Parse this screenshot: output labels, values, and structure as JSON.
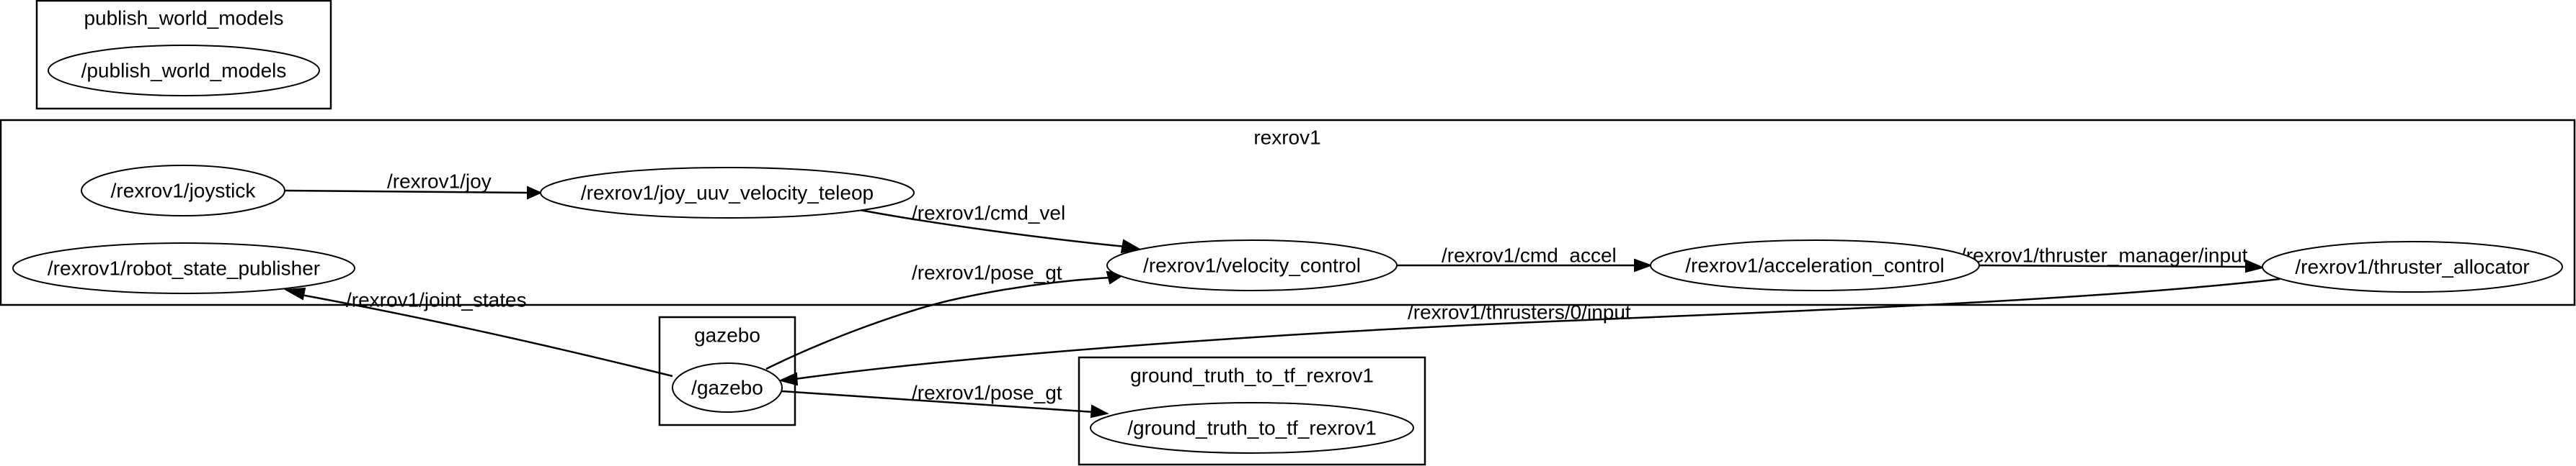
{
  "graph": {
    "type": "ros_computation_graph",
    "clusters": [
      {
        "id": "publish_world_models",
        "label": "publish_world_models"
      },
      {
        "id": "rexrov1",
        "label": "rexrov1"
      },
      {
        "id": "gazebo",
        "label": "gazebo"
      },
      {
        "id": "ground_truth_to_tf_rexrov1",
        "label": "ground_truth_to_tf_rexrov1"
      }
    ],
    "nodes": [
      {
        "id": "publish_world_models",
        "label": "/publish_world_models",
        "cluster": "publish_world_models"
      },
      {
        "id": "joystick",
        "label": "/rexrov1/joystick",
        "cluster": "rexrov1"
      },
      {
        "id": "joy_uuv_velocity_teleop",
        "label": "/rexrov1/joy_uuv_velocity_teleop",
        "cluster": "rexrov1"
      },
      {
        "id": "robot_state_publisher",
        "label": "/rexrov1/robot_state_publisher",
        "cluster": "rexrov1"
      },
      {
        "id": "velocity_control",
        "label": "/rexrov1/velocity_control",
        "cluster": "rexrov1"
      },
      {
        "id": "acceleration_control",
        "label": "/rexrov1/acceleration_control",
        "cluster": "rexrov1"
      },
      {
        "id": "thruster_allocator",
        "label": "/rexrov1/thruster_allocator",
        "cluster": "rexrov1"
      },
      {
        "id": "gazebo",
        "label": "/gazebo",
        "cluster": "gazebo"
      },
      {
        "id": "ground_truth_to_tf_rexrov1",
        "label": "/ground_truth_to_tf_rexrov1",
        "cluster": "ground_truth_to_tf_rexrov1"
      }
    ],
    "edges": [
      {
        "id": "joy",
        "from": "joystick",
        "to": "joy_uuv_velocity_teleop",
        "label": "/rexrov1/joy"
      },
      {
        "id": "cmd_vel",
        "from": "joy_uuv_velocity_teleop",
        "to": "velocity_control",
        "label": "/rexrov1/cmd_vel"
      },
      {
        "id": "pose_gt_vel",
        "from": "gazebo",
        "to": "velocity_control",
        "label": "/rexrov1/pose_gt"
      },
      {
        "id": "cmd_accel",
        "from": "velocity_control",
        "to": "acceleration_control",
        "label": "/rexrov1/cmd_accel"
      },
      {
        "id": "thruster_manager_input",
        "from": "acceleration_control",
        "to": "thruster_allocator",
        "label": "/rexrov1/thruster_manager/input"
      },
      {
        "id": "thrusters_0_input",
        "from": "thruster_allocator",
        "to": "gazebo",
        "label": "/rexrov1/thrusters/0/input"
      },
      {
        "id": "joint_states",
        "from": "gazebo",
        "to": "robot_state_publisher",
        "label": "/rexrov1/joint_states"
      },
      {
        "id": "pose_gt_tf",
        "from": "gazebo",
        "to": "ground_truth_to_tf_rexrov1",
        "label": "/rexrov1/pose_gt"
      }
    ]
  }
}
